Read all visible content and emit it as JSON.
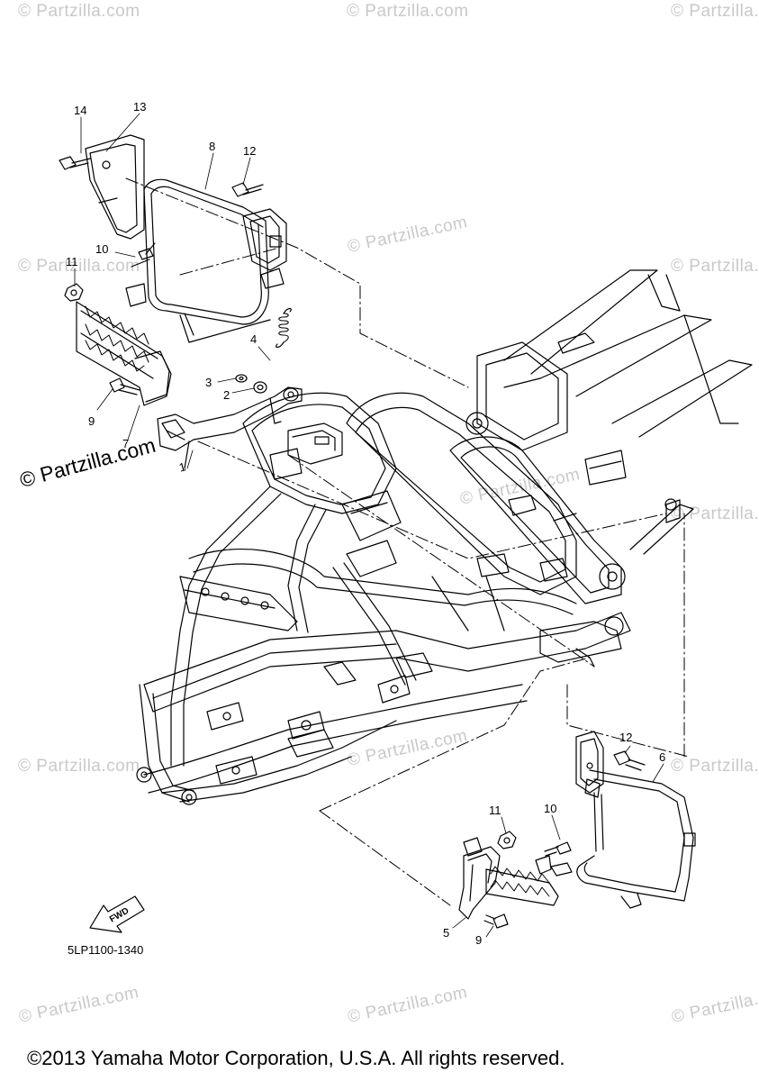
{
  "watermark": {
    "text": "© Partzilla.com",
    "big_text": "© Partzilla.com"
  },
  "callouts": {
    "c1": "1",
    "c2": "2",
    "c3": "3",
    "c4": "4",
    "c5": "5",
    "c6": "6",
    "c7": "7",
    "c8": "8",
    "c9a": "9",
    "c9b": "9",
    "c10a": "10",
    "c10b": "10",
    "c11a": "11",
    "c11b": "11",
    "c12a": "12",
    "c12b": "12",
    "c13": "13",
    "c14": "14"
  },
  "fwd_label": "FWD",
  "diagram_code": "5LP1100-1340",
  "copyright": "©2013 Yamaha Motor Corporation, U.S.A. All rights reserved.",
  "colors": {
    "line": "#000000",
    "watermark": "#c9c9c9"
  }
}
